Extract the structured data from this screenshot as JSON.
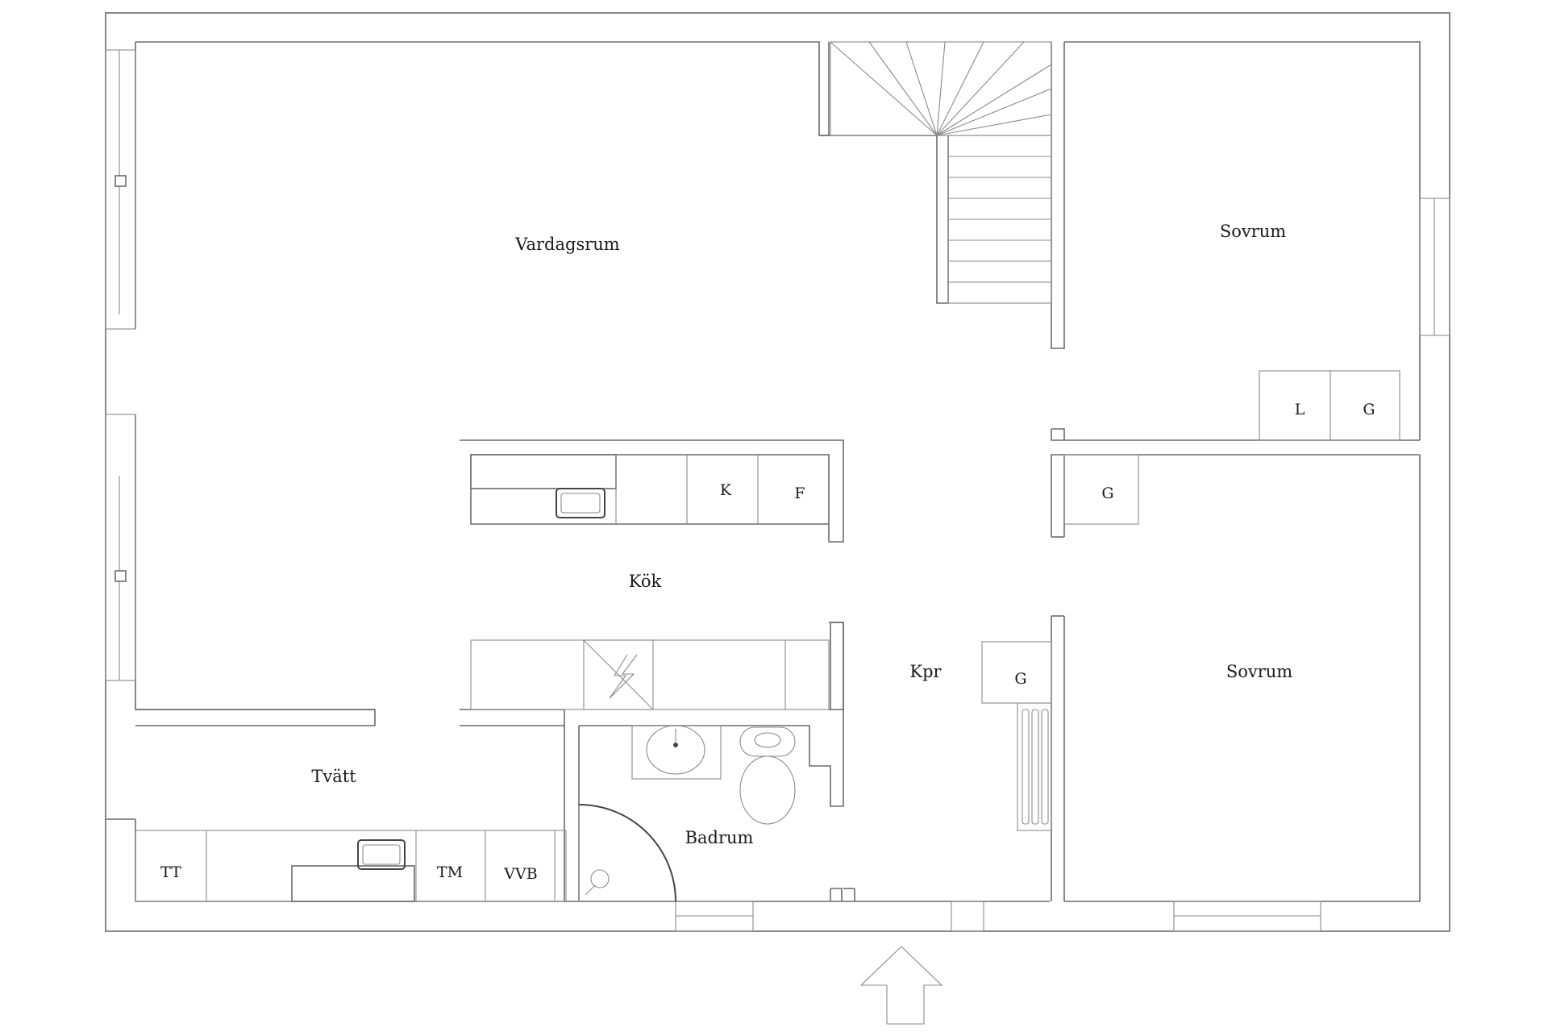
{
  "rooms": {
    "vardagsrum": "Vardagsrum",
    "sovrum_upper": "Sovrum",
    "sovrum_lower": "Sovrum",
    "kok": "Kök",
    "kpr": "Kpr",
    "tvatt": "Tvätt",
    "badrum": "Badrum"
  },
  "fixtures": {
    "k": "K",
    "f": "F",
    "l": "L",
    "g_wardrobe_1": "G",
    "g_wardrobe_2": "G",
    "g_wardrobe_3": "G",
    "tt": "TT",
    "tm": "TM",
    "vvb": "VVB"
  },
  "entrance": {
    "arrow_icon": "entrance-arrow-icon"
  }
}
